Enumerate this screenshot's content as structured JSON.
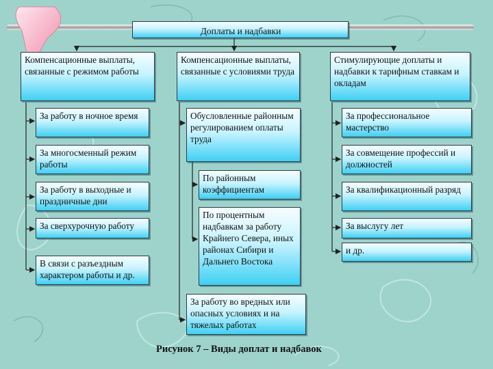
{
  "diagram": {
    "title": "Доплаты и надбавки",
    "columns": [
      {
        "header": "Компенсационные выплаты, связанные с режимом работы",
        "items": [
          "За работу в ночное время",
          "За многосменный режим работы",
          "За работу в выходные и праздничные дни",
          "За сверхурочную работу",
          "В связи с разъездным характером работы и др."
        ]
      },
      {
        "header": "Компенсационные выплаты, связанные с условиями труда",
        "items": [
          "Обусловленные районным регулированием оплаты труда",
          "По районным коэффициентам",
          "По процентным надбавкам за работу Крайнего Севера, иных районах Сибири и Дальнего Востока",
          "За работу во вредных или опасных условиях и на тяжелых работах"
        ]
      },
      {
        "header": "Стимулирующие доплаты и надбавки к тарифным ставкам и окладам",
        "items": [
          "За профессиональное мастерство",
          "За совмещение профессий и должностей",
          "За квалификационный разряд",
          "За выслугу лет",
          "и др."
        ]
      }
    ],
    "caption": "Рисунок 7 – Виды доплат и надбавок"
  },
  "colors": {
    "background": "#9ed3cc",
    "box_gradient_top": "#f6fdff",
    "box_gradient_bottom": "#3fd0f3",
    "connector": "#222222"
  }
}
